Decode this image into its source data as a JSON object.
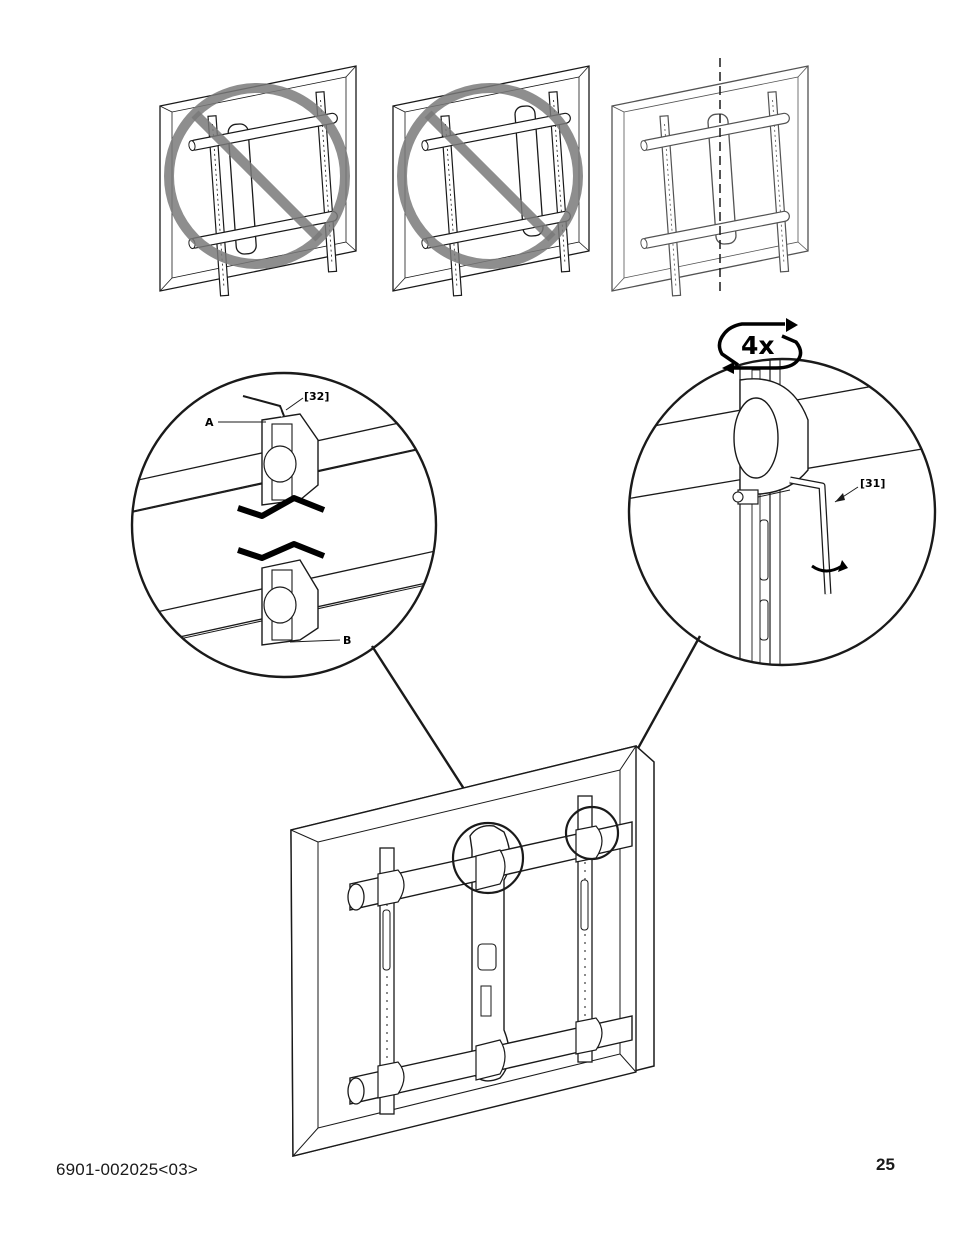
{
  "labels": {
    "callout_part_32": "[32]",
    "callout_part_31": "[31]",
    "point_a": "A",
    "point_b": "B",
    "repeat_count": "4x"
  },
  "footer": {
    "doc_code": "6901-002025<03>",
    "page_number": "25"
  },
  "panels": [
    {
      "id": "incorrect-1",
      "status": "prohibited",
      "icon": "prohibited-icon"
    },
    {
      "id": "incorrect-2",
      "status": "prohibited",
      "icon": "prohibited-icon"
    },
    {
      "id": "correct",
      "status": "correct",
      "icon": "center-line"
    }
  ],
  "colors": {
    "line": "#1a1a1a",
    "prohibited_sign": "#7a7a7a",
    "correct_panel_line": "#9a9a9a"
  }
}
